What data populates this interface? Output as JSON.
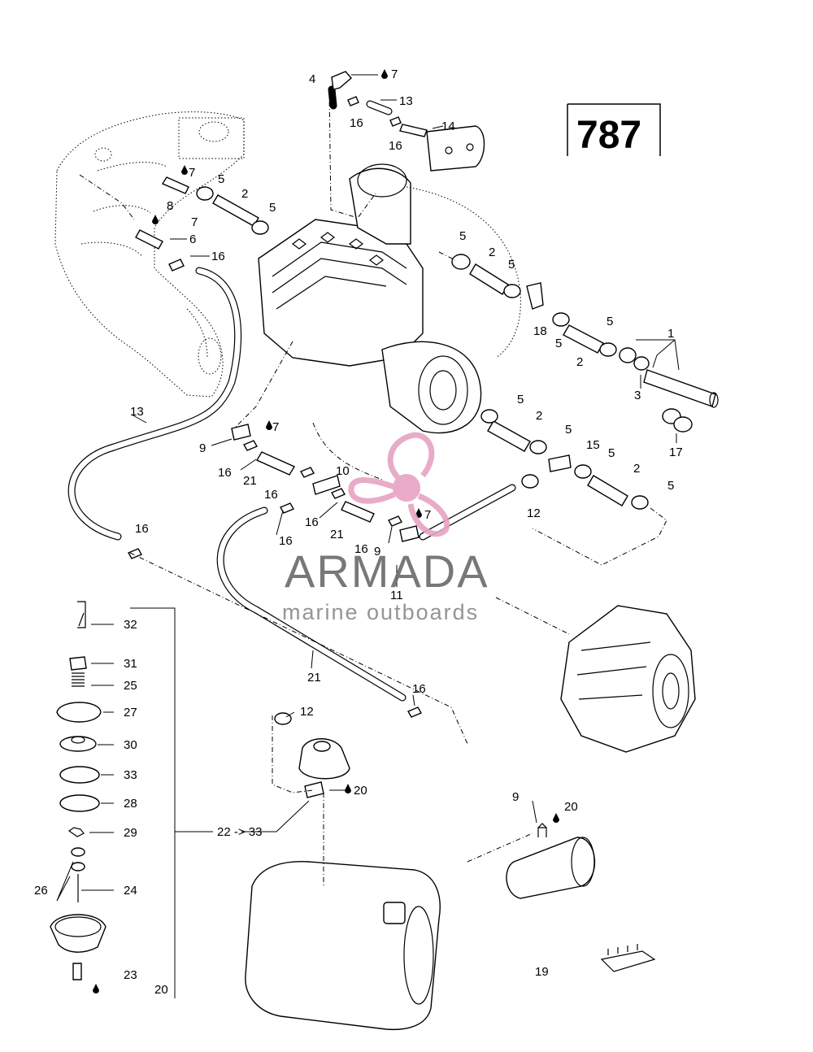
{
  "page_number": "787",
  "watermark": {
    "brand": "ARMADA",
    "tagline": "marine outboards",
    "color": "#e6a3c3"
  },
  "callouts": {
    "top_elbow": "4",
    "top_elbow_oil": "7",
    "top_hose": "13",
    "top_clamp": "16",
    "top_clamp_b": "16",
    "top_bracket": "14",
    "left_nozzle": "7",
    "left_fitting": "8",
    "left_oil": "7",
    "left_elbow": "6",
    "left_clamp": "16",
    "left_clamp_a": "5",
    "left_hose": "2",
    "left_clamp_b": "5",
    "r_clamp_a": "5",
    "r_hose_a": "2",
    "r_clamp_b": "5",
    "r_valve": "18",
    "r_clamp_c": "5",
    "r_clamp_d": "5",
    "r_hose_b": "2",
    "r_kit": "1",
    "r_ring": "3",
    "r_rings": "17",
    "m_clamp_a": "5",
    "m_hose": "2",
    "m_clamp_b": "5",
    "m_tee": "15",
    "m_clamp_c": "5",
    "m_hose_b": "2",
    "m_clamp_d": "5",
    "m_clamp_e": "12",
    "c_tee": "9",
    "c_oil": "7",
    "c_clamp": "16",
    "c_hose": "21",
    "c_fitting": "10",
    "c_clamp_b": "16",
    "c_clamp_c": "16",
    "c_clamp_d": "16",
    "c_hose_b": "21",
    "c_clamp_e": "16",
    "c_tee_b": "9",
    "c_oil_b": "7",
    "line_left": "13",
    "line_left_clamp": "16",
    "line_long": "11",
    "line_mid": "21",
    "line_mid_clamp": "16",
    "ring_12": "12",
    "tank_fitting_oil": "20",
    "tank_group": "22 -> 33",
    "filter_tee": "9",
    "filter_oil": "20",
    "filter_body": "19",
    "pump_parts": [
      "32",
      "31",
      "25",
      "27",
      "30",
      "33",
      "28",
      "29",
      "24",
      "26",
      "23"
    ],
    "group_total": "20"
  }
}
